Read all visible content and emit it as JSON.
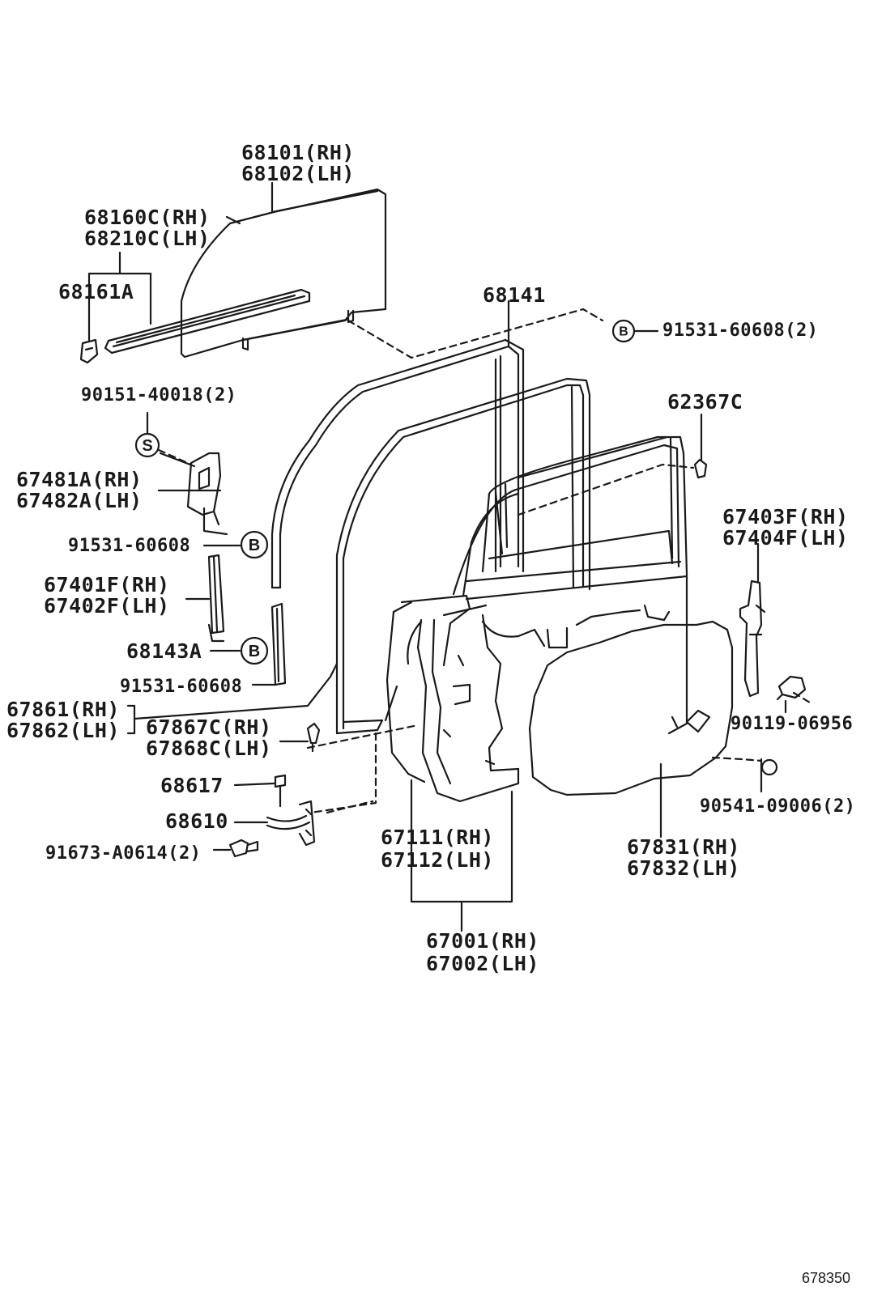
{
  "labels": {
    "p68101": "68101(RH)",
    "p68102": "68102(LH)",
    "p68160c": "68160C(RH)",
    "p68210c": "68210C(LH)",
    "p68161a": "68161A",
    "p68141": "68141",
    "p91531_top": "91531-60608(2)",
    "p90151": "90151-40018(2)",
    "p62367c": "62367C",
    "p67481a": "67481A(RH)",
    "p67482a": "67482A(LH)",
    "p67403f": "67403F(RH)",
    "p67404f": "67404F(LH)",
    "p91531_mid": "91531-60608",
    "p67401f": "67401F(RH)",
    "p67402f": "67402F(LH)",
    "p68143a": "68143A",
    "p91531_low": "91531-60608",
    "p90119": "90119-06956",
    "p67861": "67861(RH)",
    "p67862": "67862(LH)",
    "p67867c": "67867C(RH)",
    "p67868c": "67868C(LH)",
    "p90541": "90541-09006(2)",
    "p68617": "68617",
    "p68610": "68610",
    "p91673": "91673-A0614(2)",
    "p67111": "67111(RH)",
    "p67112": "67112(LH)",
    "p67831": "67831(RH)",
    "p67832": "67832(LH)",
    "p67001": "67001(RH)",
    "p67002": "67002(LH)",
    "catalog": "678350"
  },
  "callouts": {
    "b_top": "B",
    "s": "S",
    "b_mid": "B",
    "b_low": "B"
  },
  "colors": {
    "ink": "#1a1a1a",
    "background": "#ffffff"
  }
}
